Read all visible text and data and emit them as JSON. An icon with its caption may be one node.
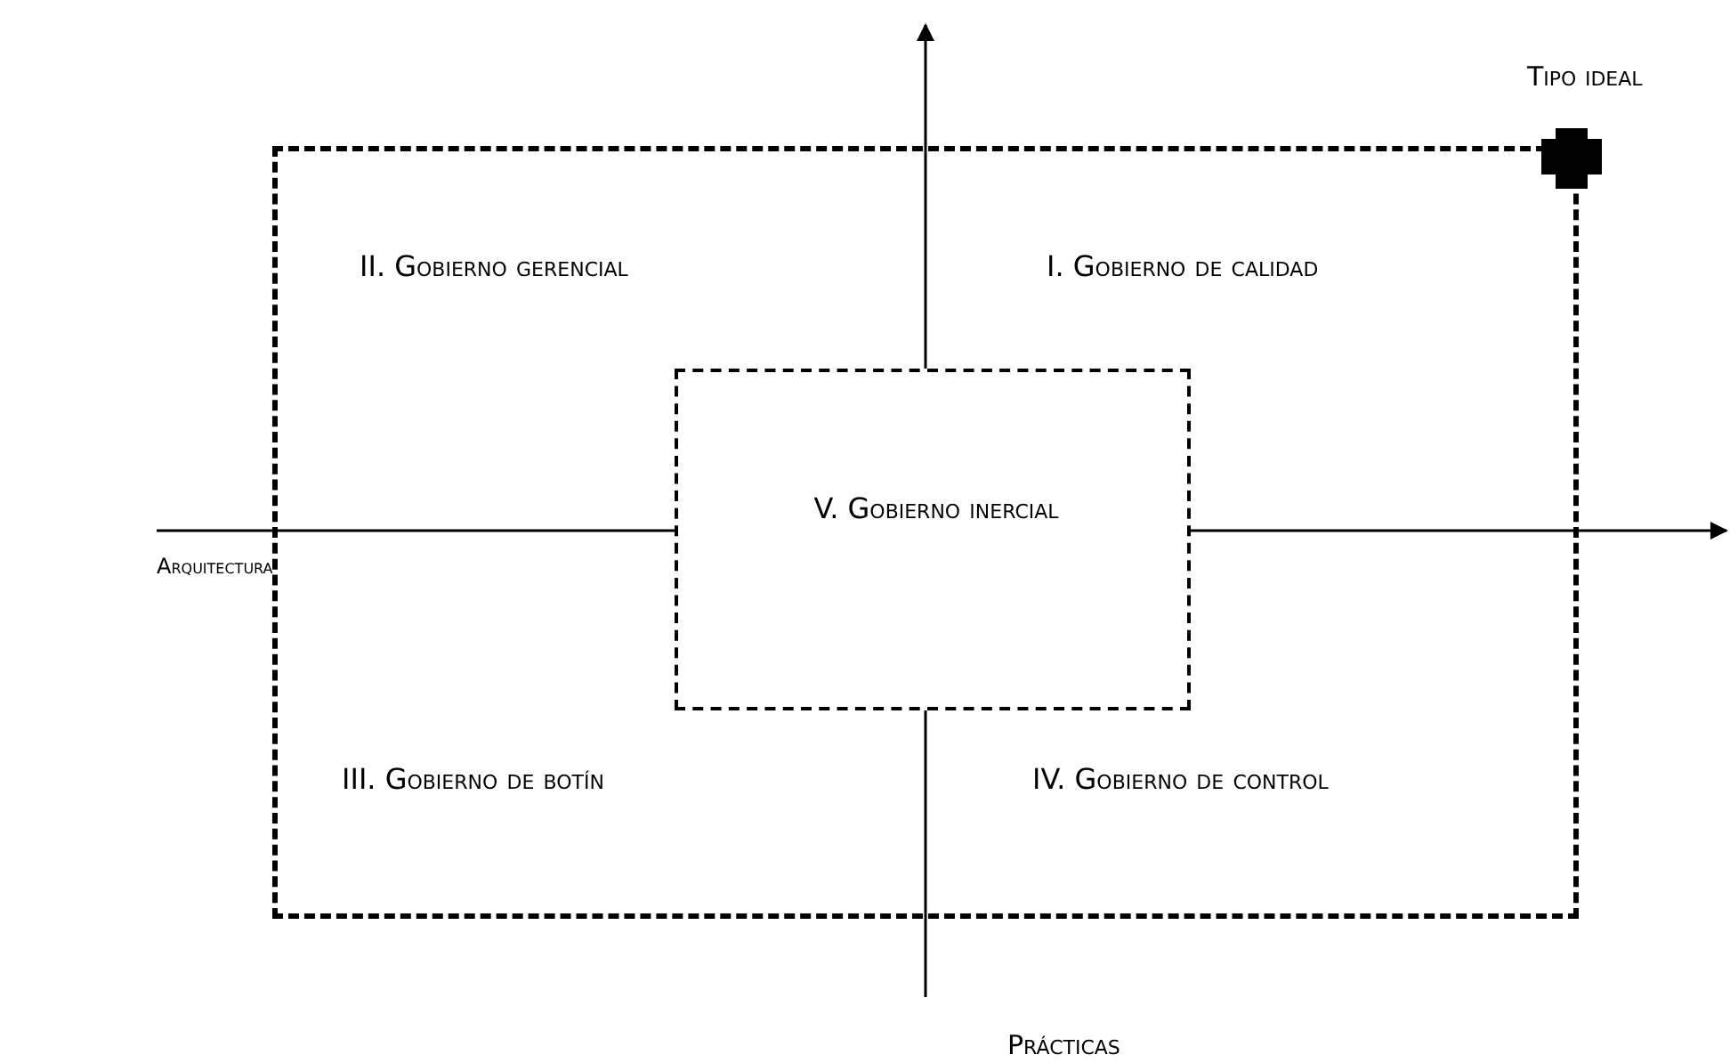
{
  "diagram": {
    "nodes": [
      {
        "text": [
          "II. Gobierno gerencial",
          "I. Gobierno de calidad",
          "III. Gobierno de botín",
          "IV. Gobierno de control"
        ]
      },
      {
        "text": [
          "V. Gobierno inercial"
        ],
        "in": 0
      }
    ],
    "labels": [
      "Tipo ideal",
      "Arquitectura",
      "Prácticas"
    ]
  }
}
